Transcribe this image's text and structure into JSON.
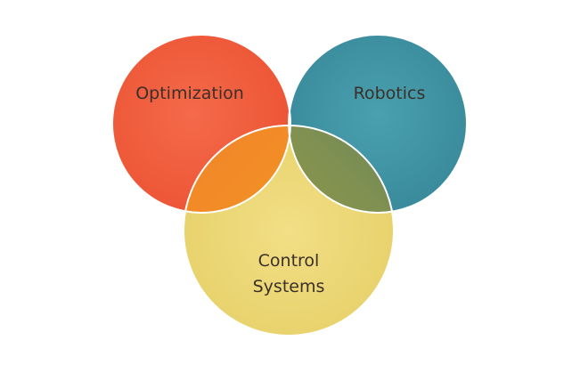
{
  "diagram": {
    "type": "venn",
    "sets": [
      {
        "id": "optimization",
        "label_lines": [
          "Optimization"
        ],
        "color": "#ef5b3c"
      },
      {
        "id": "robotics",
        "label_lines": [
          "Robotics"
        ],
        "color": "#3f93a3"
      },
      {
        "id": "control",
        "label_lines": [
          "Control",
          "Systems"
        ],
        "color": "#ecd97a"
      }
    ],
    "overlap_colors": {
      "optimization_robotics": "#5a4a42",
      "optimization_control": "#f0921e",
      "robotics_control": "#8c9a48",
      "center": "#f8b41c"
    },
    "border_color": "#ffffff"
  }
}
